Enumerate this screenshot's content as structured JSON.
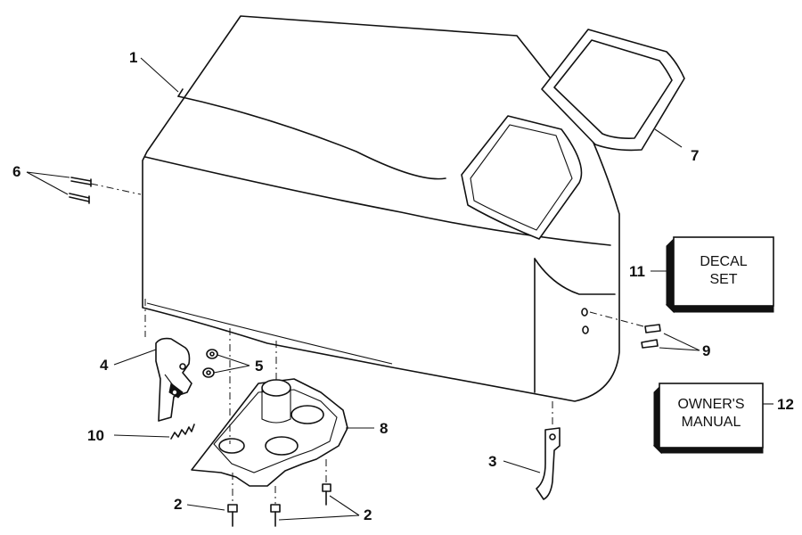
{
  "diagram": {
    "callouts": {
      "c1": "1",
      "c2a": "2",
      "c2b": "2",
      "c3": "3",
      "c4": "4",
      "c5": "5",
      "c6": "6",
      "c7": "7",
      "c8": "8",
      "c9": "9",
      "c10": "10",
      "c11": "11",
      "c12": "12"
    },
    "decal_box": {
      "line1": "DECAL",
      "line2": "SET"
    },
    "manual_box": {
      "line1": "OWNER'S",
      "line2": "MANUAL"
    }
  }
}
